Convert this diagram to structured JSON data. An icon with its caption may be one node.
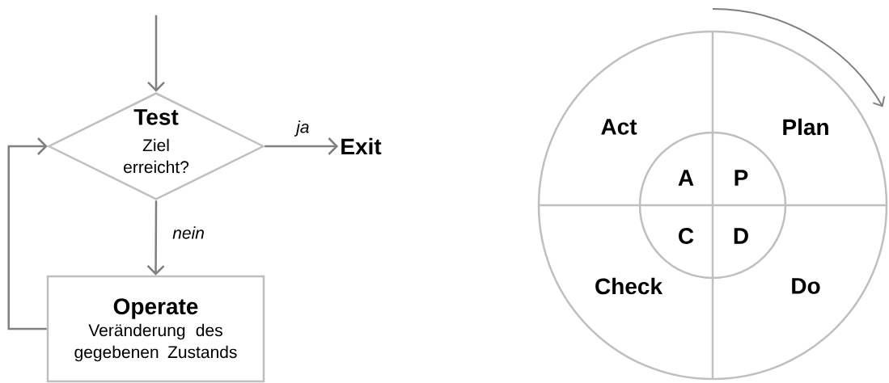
{
  "diagram": {
    "nodes": [
      {
        "text": [
          "Test",
          "Ziel erreicht?"
        ]
      },
      {
        "text": [
          "Exit"
        ]
      },
      {
        "text": [
          "Operate",
          "Veränderung des gegebenen Zustands"
        ]
      },
      {
        "text": [
          "Act",
          "Plan",
          "Check",
          "Do"
        ]
      },
      {
        "text": [
          "A",
          "P",
          "C",
          "D"
        ],
        "in": 3
      }
    ],
    "edges": [
      {
        "from": null,
        "to": 0,
        "arrow": "to"
      },
      {
        "from": 0,
        "to": 1,
        "arrow": "to",
        "label": "ja"
      },
      {
        "from": 0,
        "to": 2,
        "arrow": "to",
        "label": "nein"
      },
      {
        "from": 2,
        "to": 0,
        "arrow": "to"
      }
    ]
  }
}
